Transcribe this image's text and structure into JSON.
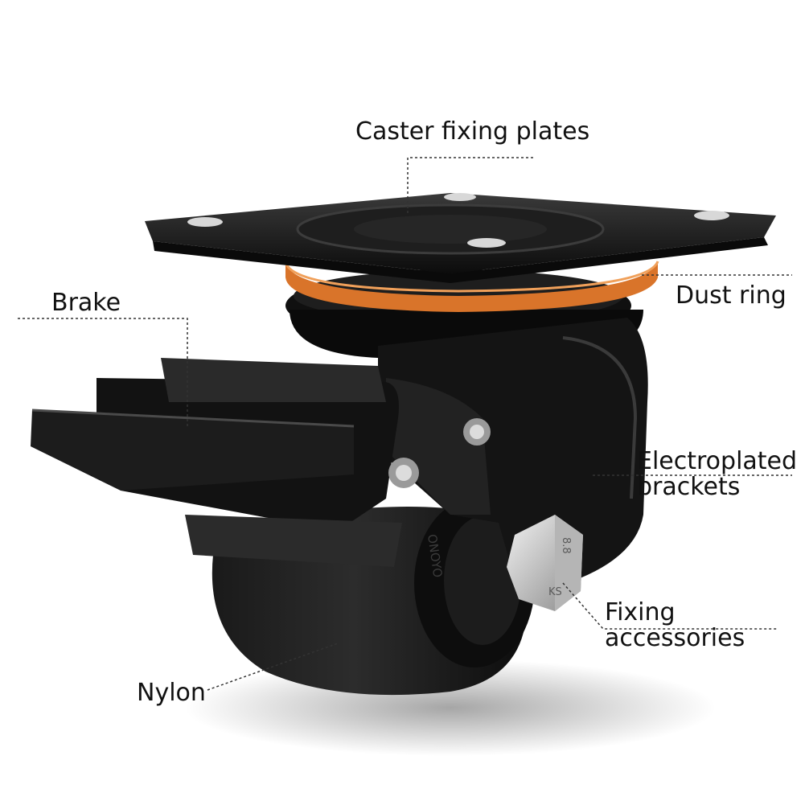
{
  "callouts": {
    "caster_fixing_plates": "Caster fixing plates",
    "dust_ring": "Dust ring",
    "brake": "Brake",
    "electroplated_line1": "Electroplated",
    "electroplated_line2": "brackets",
    "fixing_line1": "Fixing",
    "fixing_line2": "accessories",
    "nylon": "Nylon"
  },
  "bolt_markings": [
    "8.8",
    "KS"
  ],
  "wheel_marking": "ONOYO",
  "colors": {
    "background": "#ffffff",
    "body_black": "#141414",
    "dust_ring_orange": "#e07a2a",
    "bolt_silver": "#c8c8c8",
    "leader_line": "#333333",
    "label_text": "#111111"
  }
}
